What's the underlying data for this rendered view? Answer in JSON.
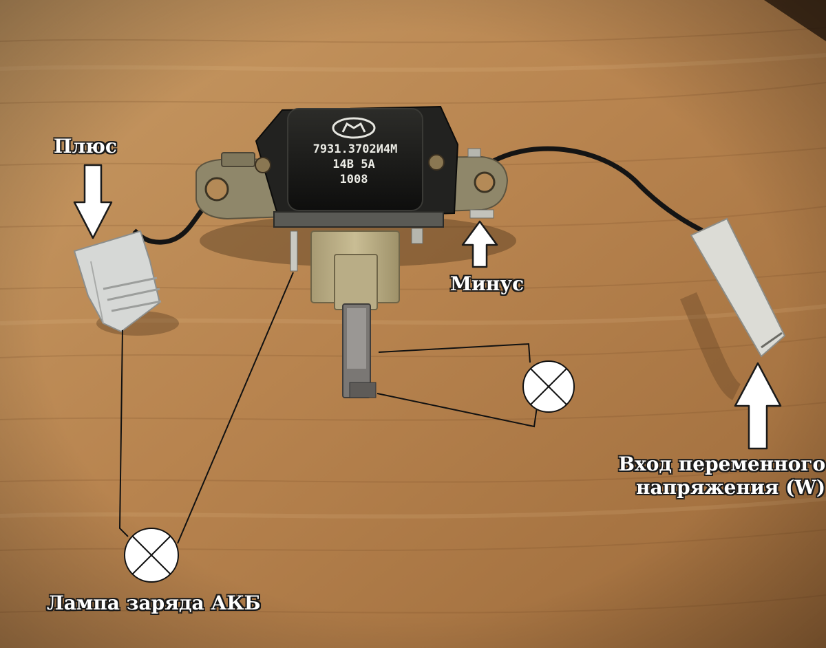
{
  "regulator": {
    "model": "7931.3702И4М",
    "rating": "14В 5А",
    "code": "1008"
  },
  "labels": {
    "plus": "Плюс",
    "minus": "Минус",
    "ac_input_line1": "Вход переменного",
    "ac_input_line2": "напряжения (W)",
    "battery_lamp": "Лампа заряда АКБ"
  },
  "colors": {
    "wood": "#b8844f",
    "regulator_body": "#1c1c1a",
    "connector": "#d6d8d6",
    "arrow": "#ffffff"
  }
}
